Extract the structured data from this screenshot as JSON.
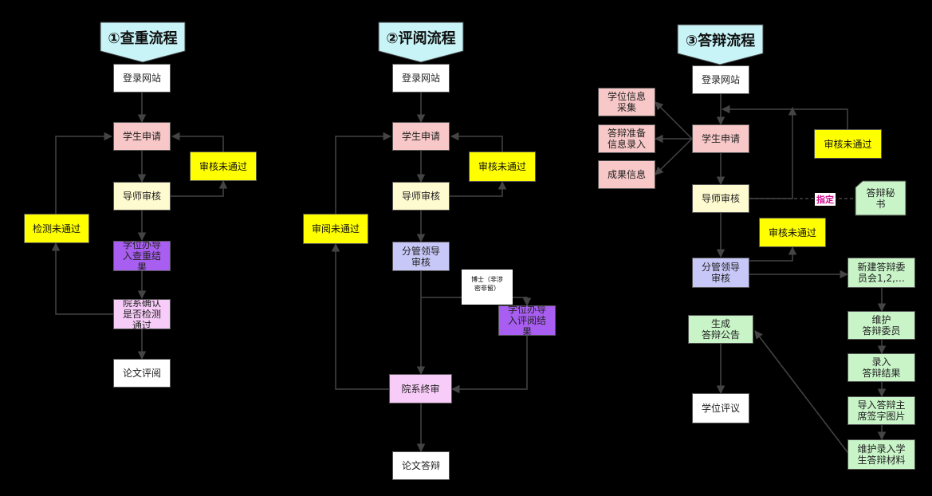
{
  "flows": [
    {
      "title": "①查重流程",
      "nodes": {
        "login": "登录网站",
        "apply": "学生申请",
        "advisor": "导师审核",
        "import": "学位办导\n入查重结\n果",
        "confirm": "院系确认\n是否检测\n通过",
        "review": "论文评阅",
        "audit_fail": "审核未通过",
        "check_fail": "检测未通过"
      }
    },
    {
      "title": "②评阅流程",
      "nodes": {
        "login": "登录网站",
        "apply": "学生申请",
        "advisor": "导师审核",
        "leader": "分管领导\n审核",
        "import": "学位办导\n入评阅结\n果",
        "final": "院系终审",
        "defense": "论文答辩",
        "audit_fail": "审核未通过",
        "review_fail": "审阅未通过",
        "note": "博士（非涉\n密非留）"
      }
    },
    {
      "title": "③答辩流程",
      "nodes": {
        "login": "登录网站",
        "info": "学位信息\n采集",
        "prep": "答辩准备\n信息录入",
        "result_info": "成果信息",
        "apply": "学生申请",
        "advisor": "导师审核",
        "leader": "分管领导\n审核",
        "audit_fail_top": "审核未通过",
        "audit_fail_mid": "审核未通过",
        "secretary": "答辩秘\n书",
        "assign": "指定",
        "committee": "新建答辩委\n员会1,2,…",
        "members": "维护\n答辩委员",
        "record": "录入\n答辩结果",
        "import_sign": "导入答辩主\n席签字图片",
        "materials": "维护录入学\n生答辩材料",
        "notice": "生成\n答辩公告",
        "degree": "学位评议"
      }
    }
  ]
}
